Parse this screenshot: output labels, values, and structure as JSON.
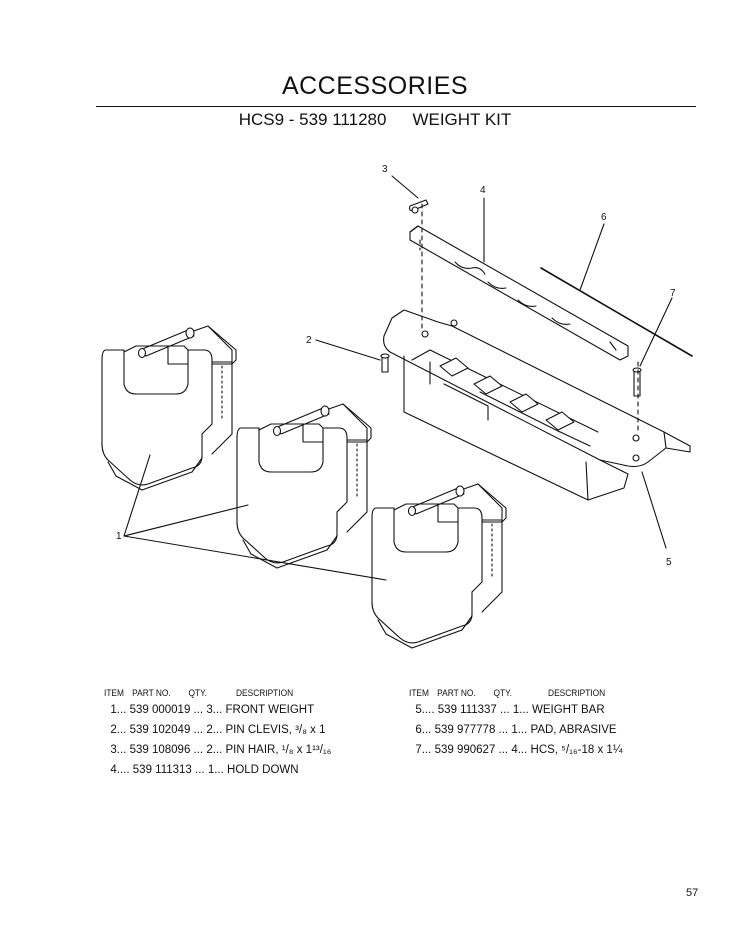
{
  "page": {
    "title": "ACCESSORIES",
    "kit_code": "HCS9 - 539 111280",
    "kit_name": "WEIGHT KIT",
    "page_number": "57"
  },
  "callouts": [
    "1",
    "2",
    "3",
    "4",
    "5",
    "6",
    "7"
  ],
  "parts_table": {
    "headers": {
      "item": "ITEM",
      "part_no": "PART NO.",
      "qty": "QTY.",
      "description": "DESCRIPTION"
    },
    "left_rows": [
      {
        "item": "1",
        "part_no": "539 000019",
        "qty": "3",
        "description": "FRONT WEIGHT"
      },
      {
        "item": "2",
        "part_no": "539 102049",
        "qty": "2",
        "description": "PIN CLEVIS, ³/₈ x 1"
      },
      {
        "item": "3",
        "part_no": "539 108096",
        "qty": "2",
        "description": "PIN HAIR, ¹/₈ x 1¹³/₁₆"
      },
      {
        "item": "4",
        "part_no": "539 111313",
        "qty": "1",
        "description": "HOLD DOWN"
      }
    ],
    "right_rows": [
      {
        "item": "5",
        "part_no": "539 111337",
        "qty": "1",
        "description": "WEIGHT BAR"
      },
      {
        "item": "6",
        "part_no": "539 977778",
        "qty": "1",
        "description": "PAD, ABRASIVE"
      },
      {
        "item": "7",
        "part_no": "539 990627",
        "qty": "4",
        "description": "HCS, ⁵/₁₆-18 x 1¼"
      }
    ]
  }
}
